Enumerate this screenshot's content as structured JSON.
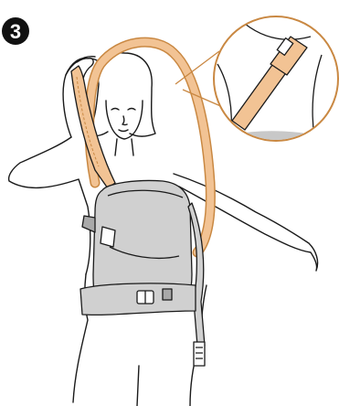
{
  "step": {
    "number": "3",
    "badge_color": "#111111",
    "number_color": "#ffffff"
  },
  "colors": {
    "strap_fill": "#f2c394",
    "strap_outline": "#c98842",
    "carrier_fill": "#d0d0d0",
    "carrier_dark": "#a9a9a9",
    "line": "#1a1a1a",
    "detail_bg": "#ffffff",
    "detail_shade": "#c8c8c8"
  },
  "icons": {
    "step_badge": "step-number-badge",
    "detail_callout": "magnified-strap-buckle-callout",
    "figure": "woman-wearing-baby-carrier",
    "strap": "shoulder-strap-over-head",
    "carrier": "baby-carrier-body",
    "waistbelt": "waistbelt-with-buckle"
  }
}
